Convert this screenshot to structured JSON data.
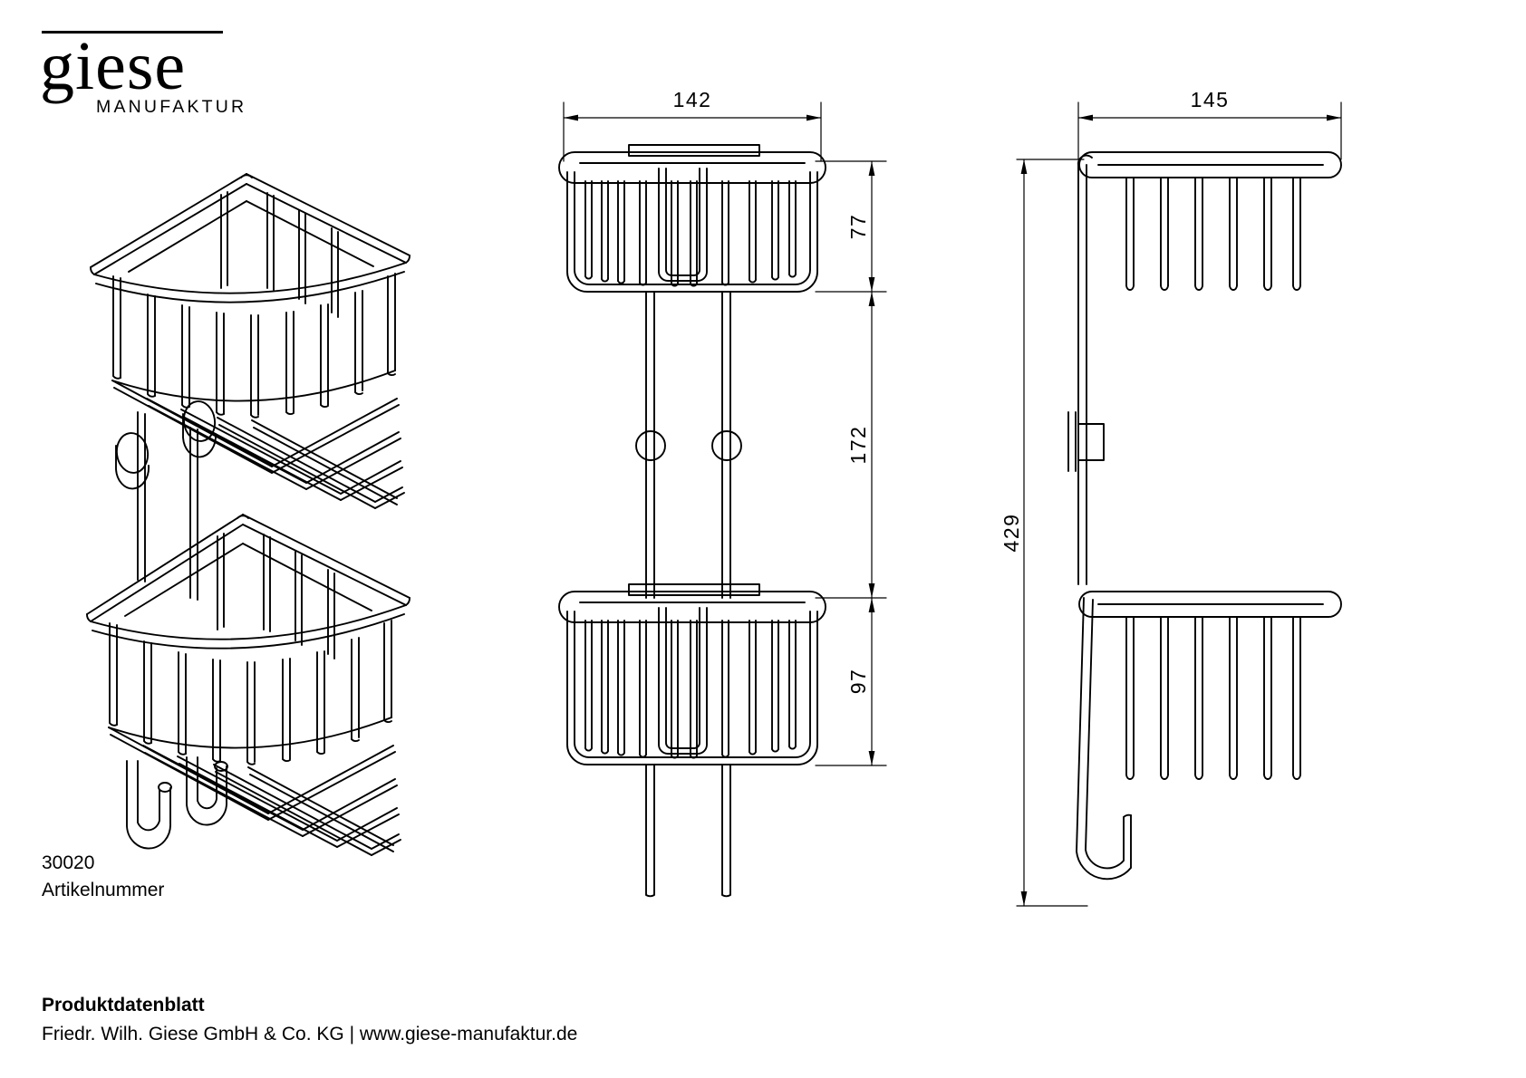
{
  "brand": {
    "wordmark": "giese",
    "subtitle": "MANUFAKTUR"
  },
  "article": {
    "number": "30020",
    "number_label": "Artikelnummer"
  },
  "footer": {
    "doc_title": "Produktdatenblatt",
    "company_line": "Friedr. Wilh. Giese GmbH & Co. KG | www.giese-manufaktur.de"
  },
  "drawing": {
    "line_color": "#000000",
    "background": "#ffffff",
    "views": {
      "isometric": "corner-basket-isometric-view",
      "front": "corner-basket-front-elevation",
      "side": "corner-basket-side-elevation"
    },
    "dimensions": {
      "front_width": "142",
      "upper_basket_height": "77",
      "basket_spacing": "172",
      "lower_basket_height": "97",
      "side_depth": "145",
      "total_height": "429"
    }
  }
}
